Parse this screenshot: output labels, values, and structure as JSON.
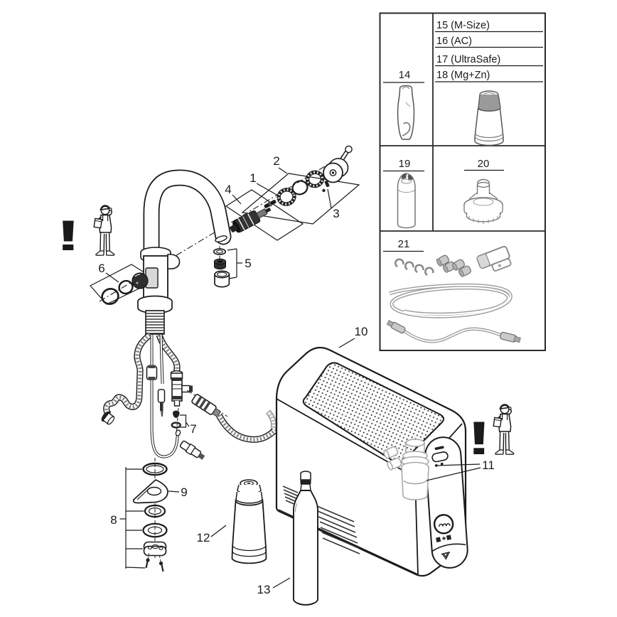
{
  "colors": {
    "background": "#ffffff",
    "line": "#1a1a1a",
    "gray_part": "#9a9a9a",
    "light_gray": "#bfbfbf"
  },
  "callouts": {
    "c1": "1",
    "c2": "2",
    "c3": "3",
    "c4": "4",
    "c5": "5",
    "c6": "6",
    "c7": "7",
    "c8": "8",
    "c9": "9",
    "c10": "10",
    "c11": "11",
    "c12": "12",
    "c13": "13"
  },
  "parts_box": {
    "cell14_label": "14",
    "filter_variants": [
      "15 (M-Size)",
      "16 (AC)",
      "17 (UltraSafe)",
      "18 (Mg+Zn)"
    ],
    "cell19_label": "19",
    "cell20_label": "20",
    "cell21_label": "21"
  },
  "warnings": {
    "exclamation": "!"
  }
}
